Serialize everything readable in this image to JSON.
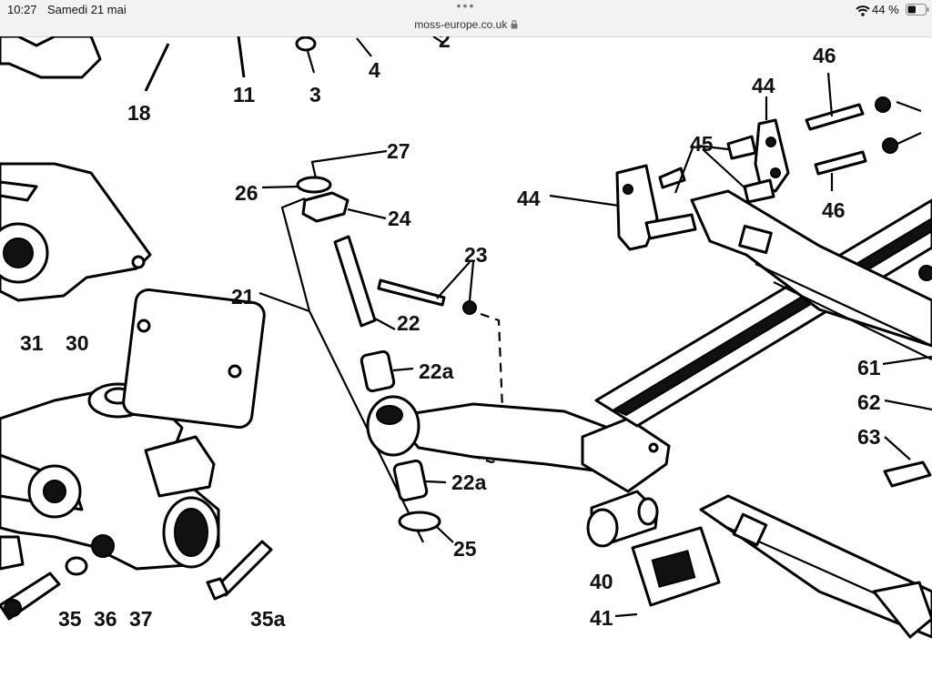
{
  "status_bar": {
    "time": "10:27",
    "date": "Samedi 21 mai",
    "url": "moss-europe.co.uk",
    "battery": "44 %"
  },
  "diagram": {
    "labels": [
      "18",
      "11",
      "3",
      "4",
      "2",
      "27",
      "26",
      "24",
      "21",
      "23",
      "22",
      "22a",
      "22a",
      "25",
      "31",
      "30",
      "35",
      "36",
      "37",
      "35a",
      "44",
      "45",
      "46",
      "44",
      "46",
      "61",
      "62",
      "63",
      "40",
      "41"
    ]
  }
}
